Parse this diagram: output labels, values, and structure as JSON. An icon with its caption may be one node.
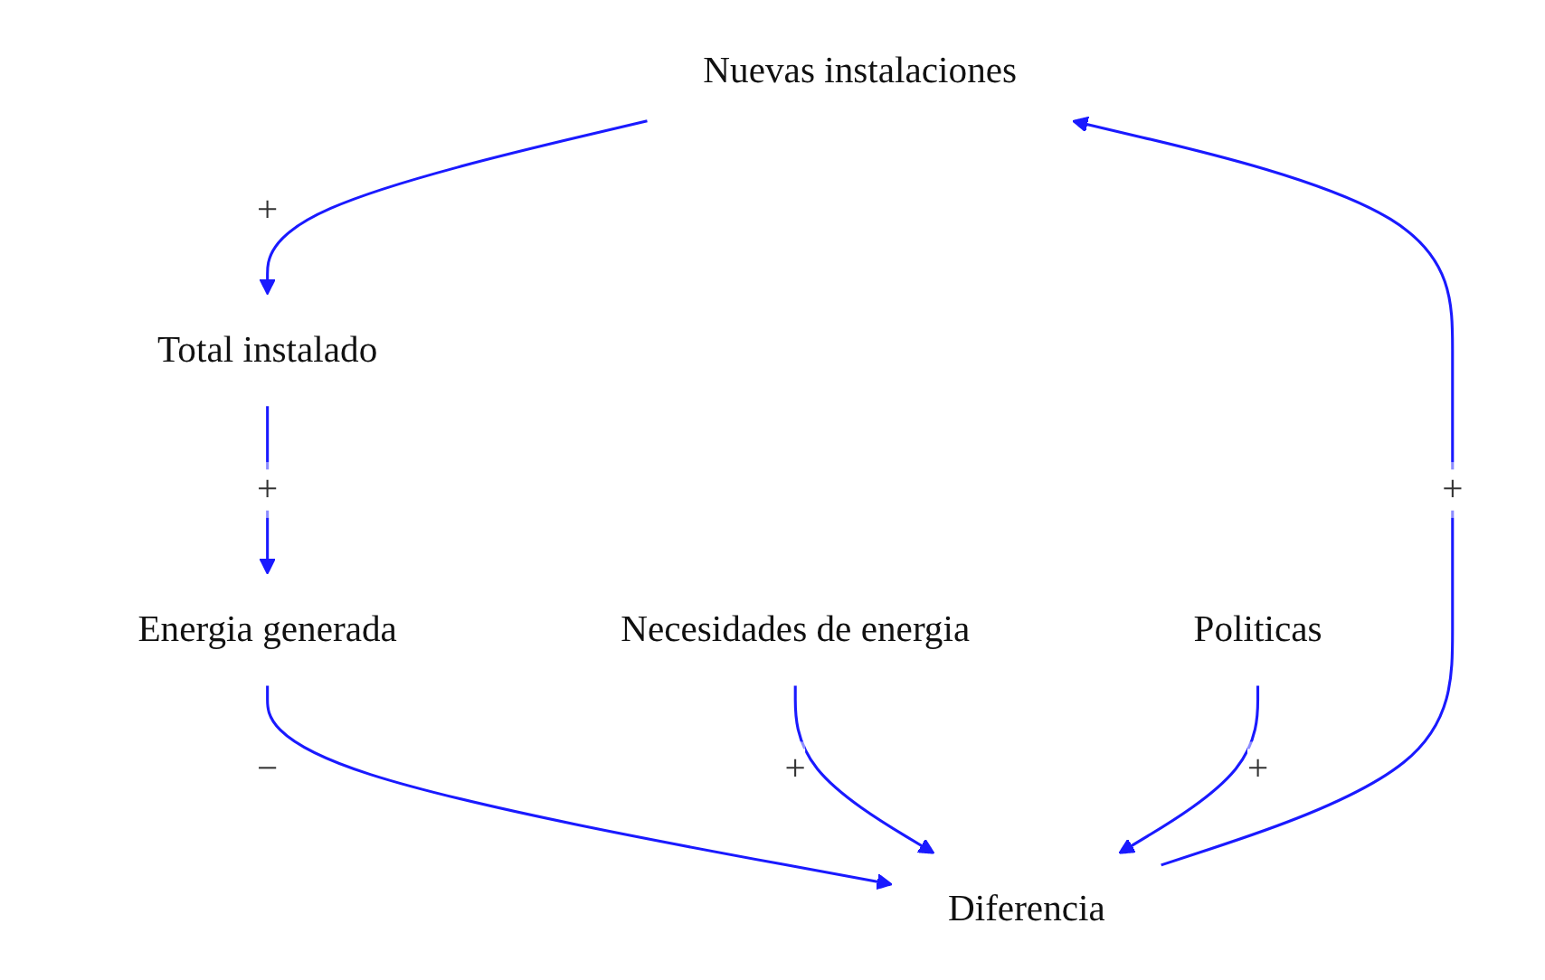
{
  "diagram": {
    "nodes": [
      {
        "text": [
          "Nuevas instalaciones"
        ]
      },
      {
        "text": [
          "Total instalado"
        ]
      },
      {
        "text": [
          "Energia generada"
        ]
      },
      {
        "text": [
          "Diferencia"
        ]
      },
      {
        "text": [
          "Necesidades de energia"
        ]
      },
      {
        "text": [
          "Politicas"
        ]
      }
    ],
    "edges": [
      {
        "from": 0,
        "to": 1,
        "arrow": "to",
        "label": "+"
      },
      {
        "from": 1,
        "to": 2,
        "arrow": "to",
        "label": "+"
      },
      {
        "from": 2,
        "to": 3,
        "arrow": "to",
        "label": "−"
      },
      {
        "from": 3,
        "to": 0,
        "arrow": "to",
        "label": "+"
      },
      {
        "from": 4,
        "to": 3,
        "arrow": "to",
        "label": "+"
      },
      {
        "from": 5,
        "to": 3,
        "arrow": "to",
        "label": "+"
      }
    ]
  }
}
